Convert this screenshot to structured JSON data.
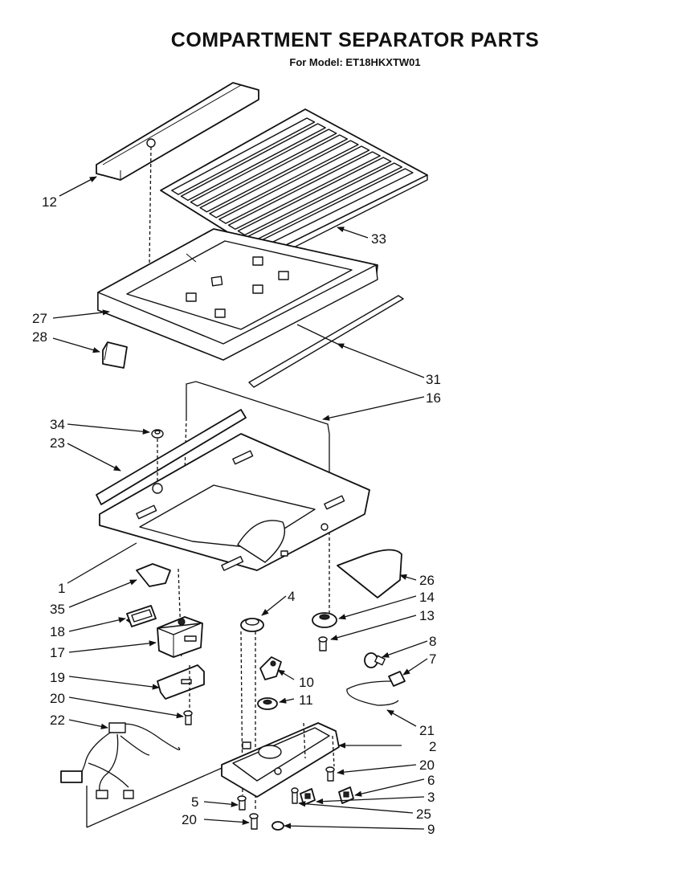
{
  "header": {
    "title": "COMPARTMENT SEPARATOR PARTS",
    "subtitle": "For Model: ET18HKXTW01"
  },
  "callouts": [
    {
      "id": "c-12",
      "label": "12"
    },
    {
      "id": "c-33",
      "label": "33"
    },
    {
      "id": "c-27",
      "label": "27"
    },
    {
      "id": "c-28",
      "label": "28"
    },
    {
      "id": "c-31",
      "label": "31"
    },
    {
      "id": "c-16",
      "label": "16"
    },
    {
      "id": "c-34",
      "label": "34"
    },
    {
      "id": "c-23",
      "label": "23"
    },
    {
      "id": "c-1",
      "label": "1"
    },
    {
      "id": "c-26",
      "label": "26"
    },
    {
      "id": "c-4",
      "label": "4"
    },
    {
      "id": "c-35",
      "label": "35"
    },
    {
      "id": "c-14",
      "label": "14"
    },
    {
      "id": "c-13",
      "label": "13"
    },
    {
      "id": "c-18",
      "label": "18"
    },
    {
      "id": "c-17",
      "label": "17"
    },
    {
      "id": "c-8",
      "label": "8"
    },
    {
      "id": "c-7",
      "label": "7"
    },
    {
      "id": "c-10",
      "label": "10"
    },
    {
      "id": "c-11",
      "label": "11"
    },
    {
      "id": "c-19",
      "label": "19"
    },
    {
      "id": "c-20a",
      "label": "20"
    },
    {
      "id": "c-22",
      "label": "22"
    },
    {
      "id": "c-21",
      "label": "21"
    },
    {
      "id": "c-2",
      "label": "2"
    },
    {
      "id": "c-20b",
      "label": "20"
    },
    {
      "id": "c-6",
      "label": "6"
    },
    {
      "id": "c-3",
      "label": "3"
    },
    {
      "id": "c-5",
      "label": "5"
    },
    {
      "id": "c-25",
      "label": "25"
    },
    {
      "id": "c-20c",
      "label": "20"
    },
    {
      "id": "c-9",
      "label": "9"
    }
  ]
}
